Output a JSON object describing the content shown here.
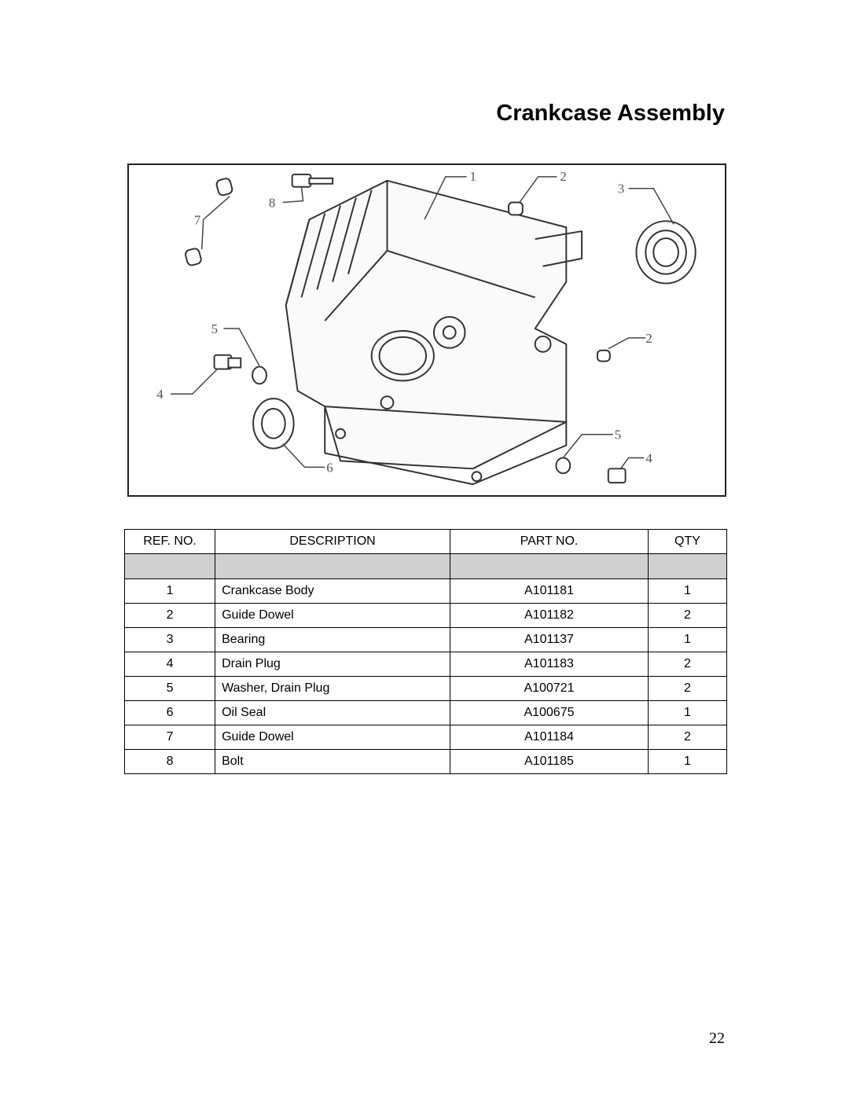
{
  "title": "Crankcase Assembly",
  "figure": {
    "callouts": [
      "1",
      "2",
      "3",
      "2",
      "5",
      "4",
      "5",
      "4",
      "6",
      "7",
      "8"
    ]
  },
  "table": {
    "headers": [
      "REF. NO.",
      "DESCRIPTION",
      "PART NO.",
      "QTY"
    ],
    "rows": [
      {
        "ref": "1",
        "description": "Crankcase Body",
        "part_no": "A101181",
        "qty": "1"
      },
      {
        "ref": "2",
        "description": "Guide Dowel",
        "part_no": "A101182",
        "qty": "2"
      },
      {
        "ref": "3",
        "description": "Bearing",
        "part_no": "A101137",
        "qty": "1"
      },
      {
        "ref": "4",
        "description": "Drain Plug",
        "part_no": "A101183",
        "qty": "2"
      },
      {
        "ref": "5",
        "description": "Washer, Drain Plug",
        "part_no": "A100721",
        "qty": "2"
      },
      {
        "ref": "6",
        "description": "Oil Seal",
        "part_no": "A100675",
        "qty": "1"
      },
      {
        "ref": "7",
        "description": "Guide Dowel",
        "part_no": "A101184",
        "qty": "2"
      },
      {
        "ref": "8",
        "description": "Bolt",
        "part_no": "A101185",
        "qty": "1"
      }
    ]
  },
  "page_number": "22"
}
